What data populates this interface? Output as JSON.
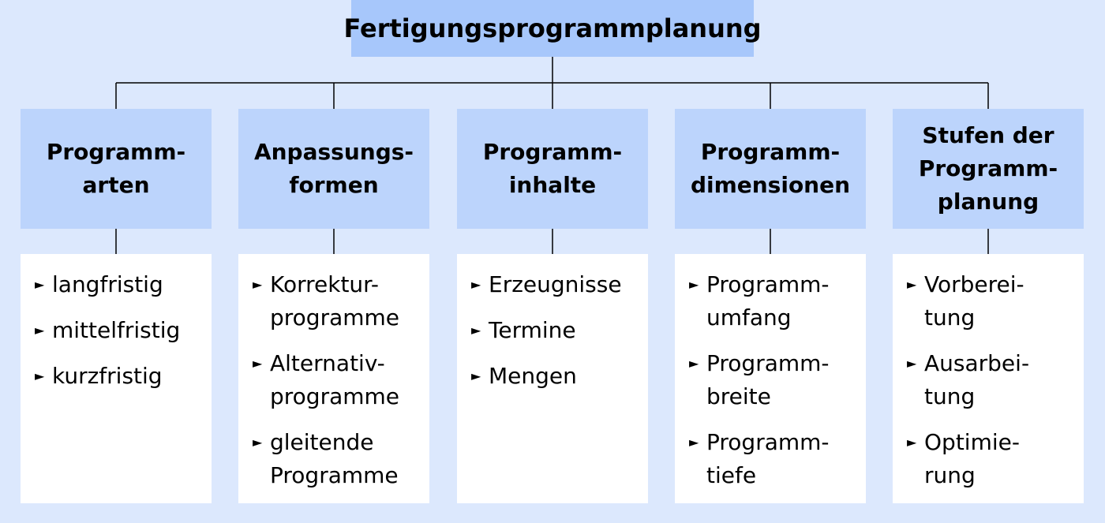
{
  "root": {
    "title": "Fertigungsprogrammplanung"
  },
  "columns": [
    {
      "heading": [
        "Programm-",
        "arten"
      ],
      "items": [
        [
          "langfristig"
        ],
        [
          "mittelfristig"
        ],
        [
          "kurzfristig"
        ]
      ]
    },
    {
      "heading": [
        "Anpassungs-",
        "formen"
      ],
      "items": [
        [
          "Korrektur-",
          "programme"
        ],
        [
          "Alternativ-",
          "programme"
        ],
        [
          "gleitende",
          "Programme"
        ]
      ]
    },
    {
      "heading": [
        "Programm-",
        "inhalte"
      ],
      "items": [
        [
          "Erzeugnisse"
        ],
        [
          "Termine"
        ],
        [
          "Mengen"
        ]
      ]
    },
    {
      "heading": [
        "Programm-",
        "dimensionen"
      ],
      "items": [
        [
          "Programm-",
          "umfang"
        ],
        [
          "Programm-",
          "breite"
        ],
        [
          "Programm-",
          "tiefe"
        ]
      ]
    },
    {
      "heading": [
        "Stufen der",
        "Programm-",
        "planung"
      ],
      "items": [
        [
          "Vorberei-",
          "tung"
        ],
        [
          "Ausarbei-",
          "tung"
        ],
        [
          "Optimie-",
          "rung"
        ]
      ]
    }
  ],
  "icons": {
    "bullet": "triangle-right-icon"
  },
  "colors": {
    "background": "#dce8fd",
    "root": "#a7c7fb",
    "heading": "#bcd4fc",
    "list": "#ffffff",
    "line": "#000000"
  }
}
